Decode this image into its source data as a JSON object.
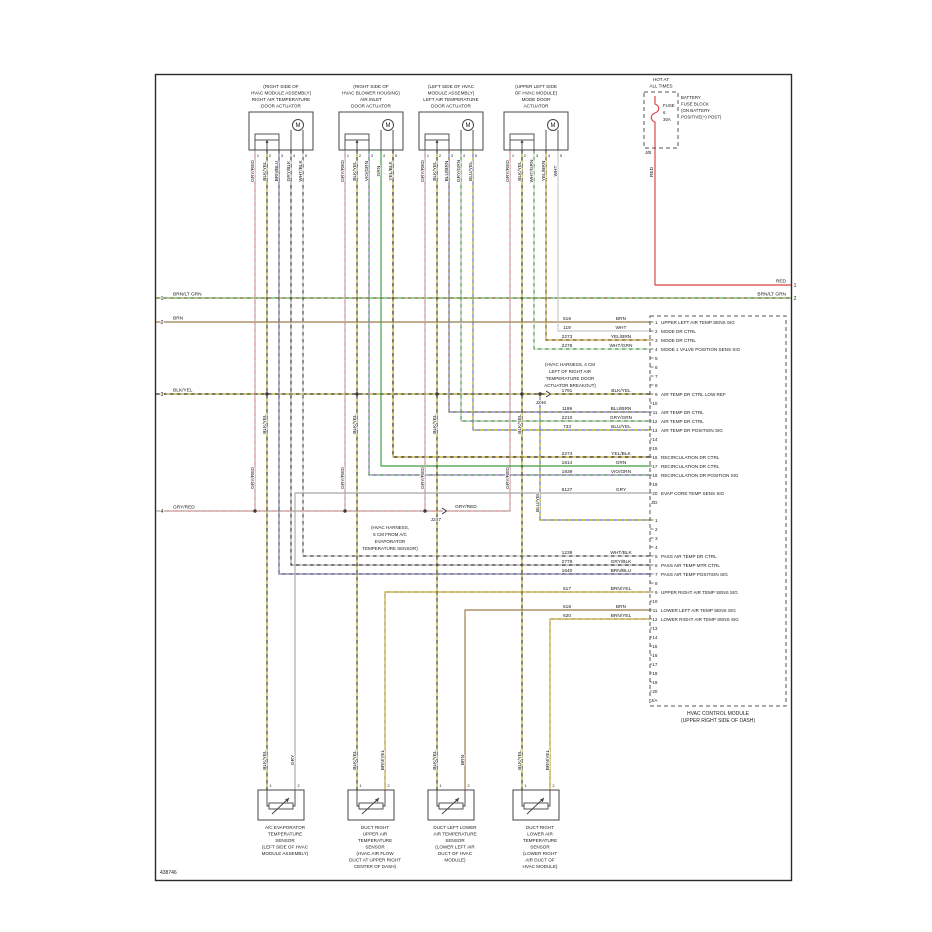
{
  "id_label": "438746",
  "power": {
    "hot_lines": [
      "HOT AT",
      "ALL TIMES"
    ],
    "fuse_lines": [
      "FUSE",
      "6",
      "30A"
    ],
    "block_label_lines": [
      "BATTERY",
      "FUSE BLOCK",
      "(ON BATTERY",
      "POSITIVE(+) POST)"
    ],
    "tag": "J/B",
    "wire_color": "RED"
  },
  "left_links": [
    {
      "num": "1",
      "color": "BRN/LT GRN"
    },
    {
      "num": "2",
      "color": "BRN"
    },
    {
      "num": "3",
      "color": "BLK/YEL"
    },
    {
      "num": "4",
      "color": "GRY/RED"
    }
  ],
  "right_links": [
    {
      "num": "1",
      "color": "RED"
    },
    {
      "num": "2",
      "color": "BRN/LT GRN"
    }
  ],
  "actuators": [
    {
      "name": "right-air-temperature-door-actuator",
      "label_lines": [
        "(RIGHT SIDE OF",
        "HVAC MODULE ASSEMBLY)",
        "RIGHT AIR TEMPERATURE",
        "DOOR ACTUATOR"
      ],
      "wires": [
        "GRY/RED",
        "BLK/YEL",
        "BRN/BLU",
        "GRY/BLK",
        "WHT/BLK"
      ],
      "pin_numbers": [
        "1",
        "2",
        "3",
        "4",
        "5"
      ]
    },
    {
      "name": "air-inlet-door-actuator",
      "label_lines": [
        "(RIGHT SIDE OF",
        "HVAC BLOWER HOUSING)",
        "AIR INLET",
        "DOOR ACTUATOR"
      ],
      "wires": [
        "GRY/RED",
        "BLK/YEL",
        "VIO/GRN",
        "GRN",
        "YEL/BLK"
      ],
      "pin_numbers": [
        "1",
        "2",
        "3",
        "4",
        "5"
      ]
    },
    {
      "name": "left-air-temperature-door-actuator",
      "label_lines": [
        "(LEFT SIDE OF HVAC",
        "MODULE ASSEMBLY)",
        "LEFT AIR TEMPERATURE",
        "DOOR ACTUATOR"
      ],
      "wires": [
        "GRY/RED",
        "BLK/YEL",
        "BLU/BRN",
        "GRY/GRN",
        "BLU/YEL"
      ],
      "pin_numbers": [
        "1",
        "2",
        "3",
        "4",
        "5"
      ]
    },
    {
      "name": "mode-door-actuator",
      "label_lines": [
        "(UPPER LEFT SIDE",
        "OF HVAC MODULE)",
        "MODE DOOR",
        "ACTUATOR"
      ],
      "wires": [
        "GRY/RED",
        "BLK/YEL",
        "WHT/GRN",
        "YEL/BRN",
        "WHT"
      ],
      "pin_numbers": [
        "1",
        "2",
        "3",
        "4",
        "5"
      ]
    }
  ],
  "sensors": [
    {
      "name": "ac-evaporator-temperature-sensor",
      "label_lines": [
        "A/C EVAPORATOR",
        "TEMPERATURE",
        "SENSOR",
        "(LEFT SIDE OF HVAC",
        "MODULE ASSEMBLY)"
      ],
      "wires": [
        "BLK/YEL",
        "GRY"
      ],
      "pin_numbers": [
        "1",
        "2"
      ]
    },
    {
      "name": "duct-right-upper-air-temperature-sensor",
      "label_lines": [
        "DUCT RIGHT",
        "UPPER AIR",
        "TEMPERATURE",
        "SENSOR",
        "(HVAC AIR FLOW",
        "DUCT AT UPPER RIGHT",
        "CENTER OF DASH)"
      ],
      "wires": [
        "BLK/YEL",
        "BRN/YEL"
      ],
      "pin_numbers": [
        "1",
        "2"
      ]
    },
    {
      "name": "duct-left-lower-air-temperature-sensor",
      "label_lines": [
        "DUCT LEFT LOWER",
        "AIR TEMPERATURE",
        "SENSOR",
        "(LOWER LEFT AIR",
        "DUCT OF HVAC",
        "MODULE)"
      ],
      "wires": [
        "BLK/YEL",
        "BRN"
      ],
      "pin_numbers": [
        "1",
        "2"
      ]
    },
    {
      "name": "duct-right-lower-air-temperature-sensor",
      "label_lines": [
        "DUCT RIGHT",
        "LOWER AIR",
        "TEMPERATURE",
        "SENSOR",
        "(LOWER RIGHT",
        "AIR DUCT OF",
        "HVAC MODULE)"
      ],
      "wires": [
        "BLK/YEL",
        "BRN/YEL"
      ],
      "pin_numbers": [
        "1",
        "2"
      ]
    }
  ],
  "inline_connectors": [
    {
      "name": "J246",
      "note_lines": [
        "(HVAC HARNESS, 4 CM",
        "LEFT OF RIGHT AIR",
        "TEMPERATURE DOOR",
        "ACTUATOR BREAKOUT)"
      ]
    },
    {
      "name": "J247",
      "note_lines": [
        "(HVAC HARNESS,",
        "5 CM FROM A/C",
        "EVAPORATOR",
        "TEMPERATURE SENSOR)"
      ],
      "after_label": "GRY/RED"
    }
  ],
  "branch_wire_color": "BLU/YEL",
  "module": {
    "label_lines": [
      "HVAC CONTROL MODULE",
      "(UPPER RIGHT SIDE OF DASH)"
    ],
    "groups": [
      {
        "tag": "J/D",
        "pins": [
          {
            "n": "1",
            "circuit": "516",
            "color": "BRN",
            "signal": "UPPER LEFT AIR TEMP SENS SIG"
          },
          {
            "n": "2",
            "circuit": "119",
            "color": "WHT",
            "signal": "MODE DR CTRL"
          },
          {
            "n": "3",
            "circuit": "2273",
            "color": "YEL/BRN",
            "signal": "MODE DR CTRL"
          },
          {
            "n": "4",
            "circuit": "2278",
            "color": "WHT/GRN",
            "signal": "MODE 1 VALVE POSITION SENS SIG"
          },
          {
            "n": "5"
          },
          {
            "n": "6"
          },
          {
            "n": "7"
          },
          {
            "n": "8"
          },
          {
            "n": "9",
            "circuit": "1791",
            "color": "BLK/YEL",
            "signal": "AIR TEMP DR CTRL LOW REF"
          },
          {
            "n": "10"
          },
          {
            "n": "11",
            "circuit": "1199",
            "color": "BLU/BRN",
            "signal": "AIR TEMP DR CTRL"
          },
          {
            "n": "12",
            "circuit": "2210",
            "color": "GRY/GRN",
            "signal": "AIR TEMP DR CTRL"
          },
          {
            "n": "13",
            "circuit": "733",
            "color": "BLU/YEL",
            "signal": "AIR TEMP DR POSITION SIG"
          },
          {
            "n": "14"
          },
          {
            "n": "15"
          },
          {
            "n": "16",
            "circuit": "2274",
            "color": "YEL/BLK",
            "signal": "RECIRCULATION DR CTRL"
          },
          {
            "n": "17",
            "circuit": "1814",
            "color": "GRN",
            "signal": "RECIRCULATION DR CTRL"
          },
          {
            "n": "18",
            "circuit": "1939",
            "color": "VIO/GRN",
            "signal": "RECIRCULATION DR POSITION SIG"
          },
          {
            "n": "19"
          },
          {
            "n": "20",
            "circuit": "6127",
            "color": "GRY",
            "signal": "EVAP CORE TEMP SENS SIG"
          }
        ]
      },
      {
        "tag": "J/A",
        "pins": [
          {
            "n": "1",
            "color": "BLU/YEL"
          },
          {
            "n": "2"
          },
          {
            "n": "3"
          },
          {
            "n": "4"
          },
          {
            "n": "5",
            "circuit": "1238",
            "color": "WHT/BLK",
            "signal": "PASS AIR TEMP DR CTRL"
          },
          {
            "n": "6",
            "circuit": "2778",
            "color": "GRY/BLK",
            "signal": "PASS AIR TEMP MTR CTRL"
          },
          {
            "n": "7",
            "circuit": "1640",
            "color": "BRN/BLU",
            "signal": "PASS AIR TEMP POSITION SIG"
          },
          {
            "n": "8"
          },
          {
            "n": "9",
            "circuit": "617",
            "color": "BRN/YEL",
            "signal": "UPPER RIGHT AIR TEMP SENS SIG"
          },
          {
            "n": "10"
          },
          {
            "n": "11",
            "circuit": "618",
            "color": "BRN",
            "signal": "LOWER LEFT AIR TEMP SENS SIG"
          },
          {
            "n": "12",
            "circuit": "620",
            "color": "BRN/YEL",
            "signal": "LOWER RIGHT AIR TEMP SENS SIG"
          },
          {
            "n": "13"
          },
          {
            "n": "14"
          },
          {
            "n": "15"
          },
          {
            "n": "16"
          },
          {
            "n": "17"
          },
          {
            "n": "18"
          },
          {
            "n": "19"
          },
          {
            "n": "20"
          }
        ]
      }
    ]
  },
  "wire_styles": {
    "RED": {
      "base": "#d94040"
    },
    "BRN/LT GRN": {
      "base": "#5cb85c",
      "dash": "#8a6a3a"
    },
    "BRN": {
      "base": "#9a7b4a"
    },
    "BLK/YEL": {
      "base": "#b5a51e",
      "dash": "#3a3a3a"
    },
    "GRY/RED": {
      "base": "#d98585",
      "dash": "#b8b8b8"
    },
    "GRY": {
      "base": "#a8a8a8"
    },
    "WHT": {
      "base": "#c8c8c8"
    },
    "WHT/GRN": {
      "base": "#bfd8bf",
      "dash": "#4a9a4a"
    },
    "WHT/BLK": {
      "base": "#c8c8c8",
      "dash": "#4a4a4a"
    },
    "YEL/BRN": {
      "base": "#c8a838",
      "dash": "#7a5a2a"
    },
    "YEL/BLK": {
      "base": "#bfa51e",
      "dash": "#2a2a2a"
    },
    "GRN": {
      "base": "#3f9b3f"
    },
    "VIO/GRN": {
      "base": "#9b78d0",
      "dash": "#4a9a4a"
    },
    "BLU/BRN": {
      "base": "#6a7fc8",
      "dash": "#8a6a3a"
    },
    "BLU/YEL": {
      "base": "#5a70c8",
      "dash": "#c8b400"
    },
    "GRY/GRN": {
      "base": "#a8b8a8",
      "dash": "#4a9a4a"
    },
    "GRY/BLK": {
      "base": "#a8a8a8",
      "dash": "#3a3a3a"
    },
    "BRN/BLU": {
      "base": "#8a7a9a",
      "dash": "#4a5a9a"
    },
    "BRN/YEL": {
      "base": "#a88a3a",
      "dash": "#d0b840"
    }
  },
  "frame_color": "#2a2a2a"
}
